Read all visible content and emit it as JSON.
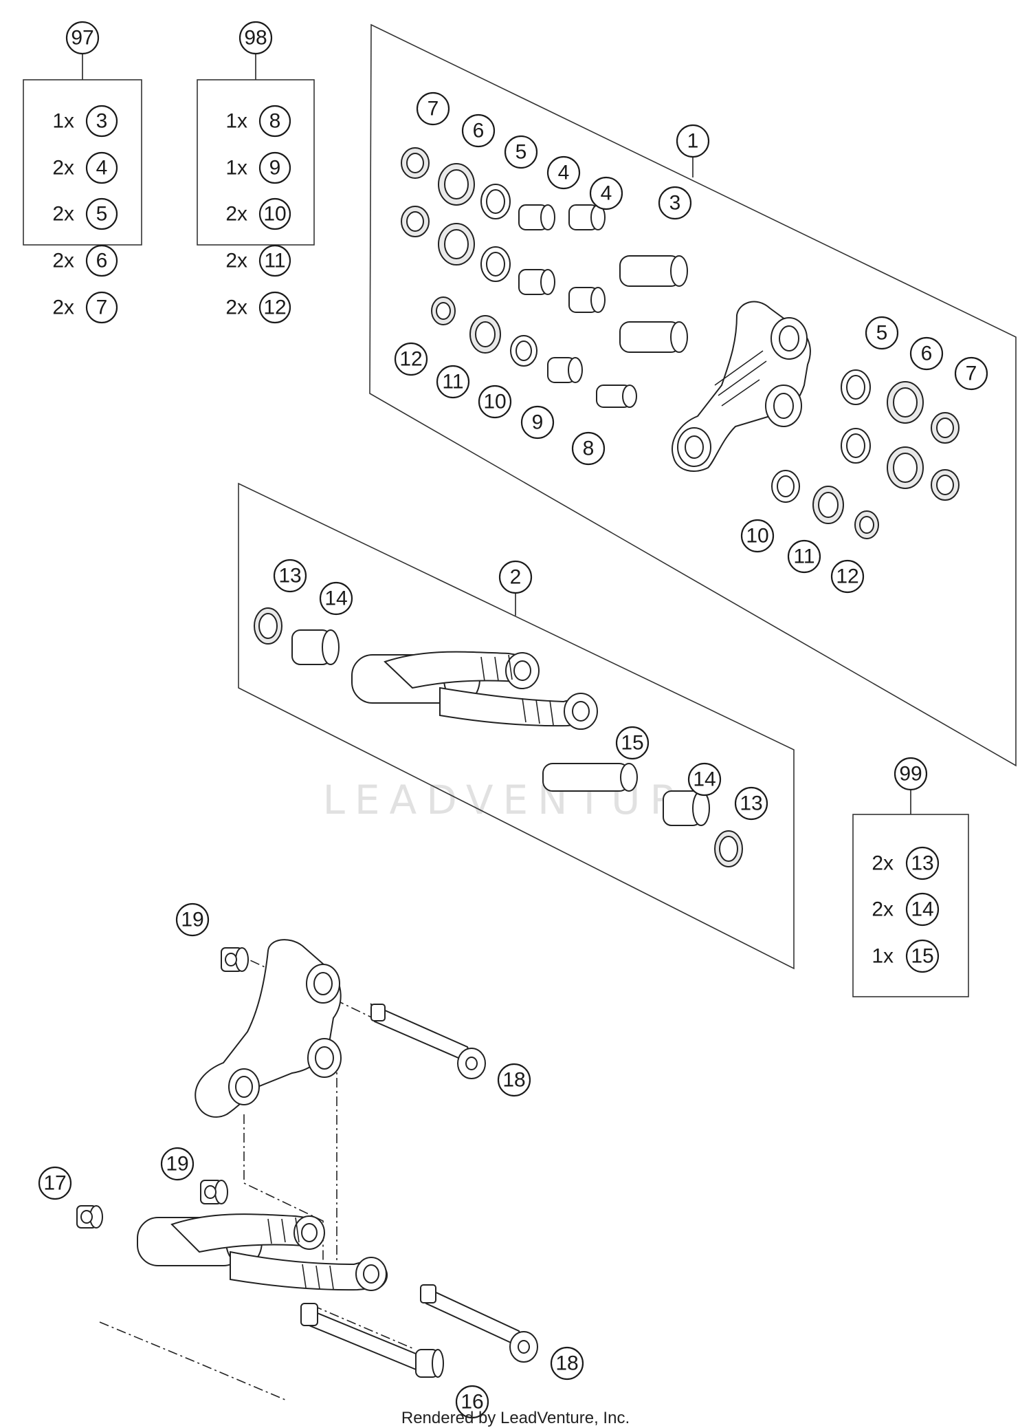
{
  "watermark": "LEADVENTURE",
  "footer": "Rendered by LeadVenture, Inc.",
  "callouts": {
    "c97": "97",
    "c98": "98",
    "c99": "99",
    "p1": "1",
    "p2": "2",
    "a7": "7",
    "a6": "6",
    "a5": "5",
    "a4a": "4",
    "a4b": "4",
    "a3": "3",
    "a12": "12",
    "a11": "11",
    "a10": "10",
    "a9": "9",
    "a8": "8",
    "b5": "5",
    "b6": "6",
    "b7": "7",
    "b10": "10",
    "b11": "11",
    "b12": "12",
    "d13a": "13",
    "d14a": "14",
    "d15": "15",
    "d14b": "14",
    "d13b": "13",
    "e19a": "19",
    "e18a": "18",
    "e19b": "19",
    "e17": "17",
    "e18b": "18",
    "e16": "16"
  },
  "kits": {
    "k97": {
      "rows": [
        {
          "qty": "1x",
          "ref": "3"
        },
        {
          "qty": "2x",
          "ref": "4"
        },
        {
          "qty": "2x",
          "ref": "5"
        },
        {
          "qty": "2x",
          "ref": "6"
        },
        {
          "qty": "2x",
          "ref": "7"
        }
      ]
    },
    "k98": {
      "rows": [
        {
          "qty": "1x",
          "ref": "8"
        },
        {
          "qty": "1x",
          "ref": "9"
        },
        {
          "qty": "2x",
          "ref": "10"
        },
        {
          "qty": "2x",
          "ref": "11"
        },
        {
          "qty": "2x",
          "ref": "12"
        }
      ]
    },
    "k99": {
      "rows": [
        {
          "qty": "2x",
          "ref": "13"
        },
        {
          "qty": "2x",
          "ref": "14"
        },
        {
          "qty": "1x",
          "ref": "15"
        }
      ]
    }
  }
}
